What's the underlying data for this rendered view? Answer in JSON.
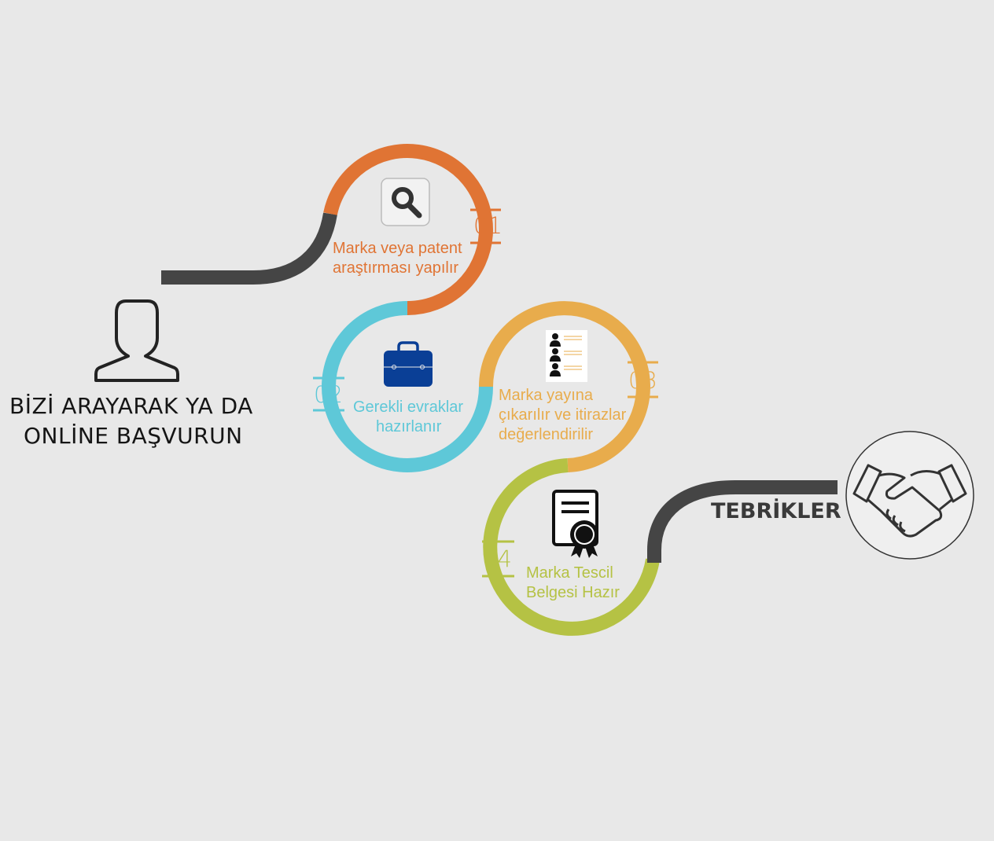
{
  "colors": {
    "background": "#e8e8e8",
    "connector": "#454545",
    "step1": "#e07434",
    "step2": "#5ec8d8",
    "step3": "#e8ac4c",
    "step4": "#b5c244"
  },
  "start": {
    "icon": "person-outline-icon",
    "line1": "BİZİ ARAYARAK YA DA",
    "line2": "ONLİNE BAŞVURUN"
  },
  "steps": [
    {
      "number": "01",
      "line1": "Marka veya patent",
      "line2": "araştırması yapılır",
      "icon": "magnifier-icon"
    },
    {
      "number": "02",
      "line1": "Gerekli evraklar",
      "line2": "hazırlanır",
      "icon": "briefcase-icon"
    },
    {
      "number": "03",
      "line1": "Marka yayına",
      "line2": "çıkarılır ve itirazlar",
      "line3": "değerlendirilir",
      "icon": "people-list-icon"
    },
    {
      "number": "04",
      "line1": "Marka Tescil",
      "line2": "Belgesi Hazır",
      "icon": "certificate-icon"
    }
  ],
  "end": {
    "label": "TEBRİKLER",
    "icon": "handshake-icon"
  }
}
